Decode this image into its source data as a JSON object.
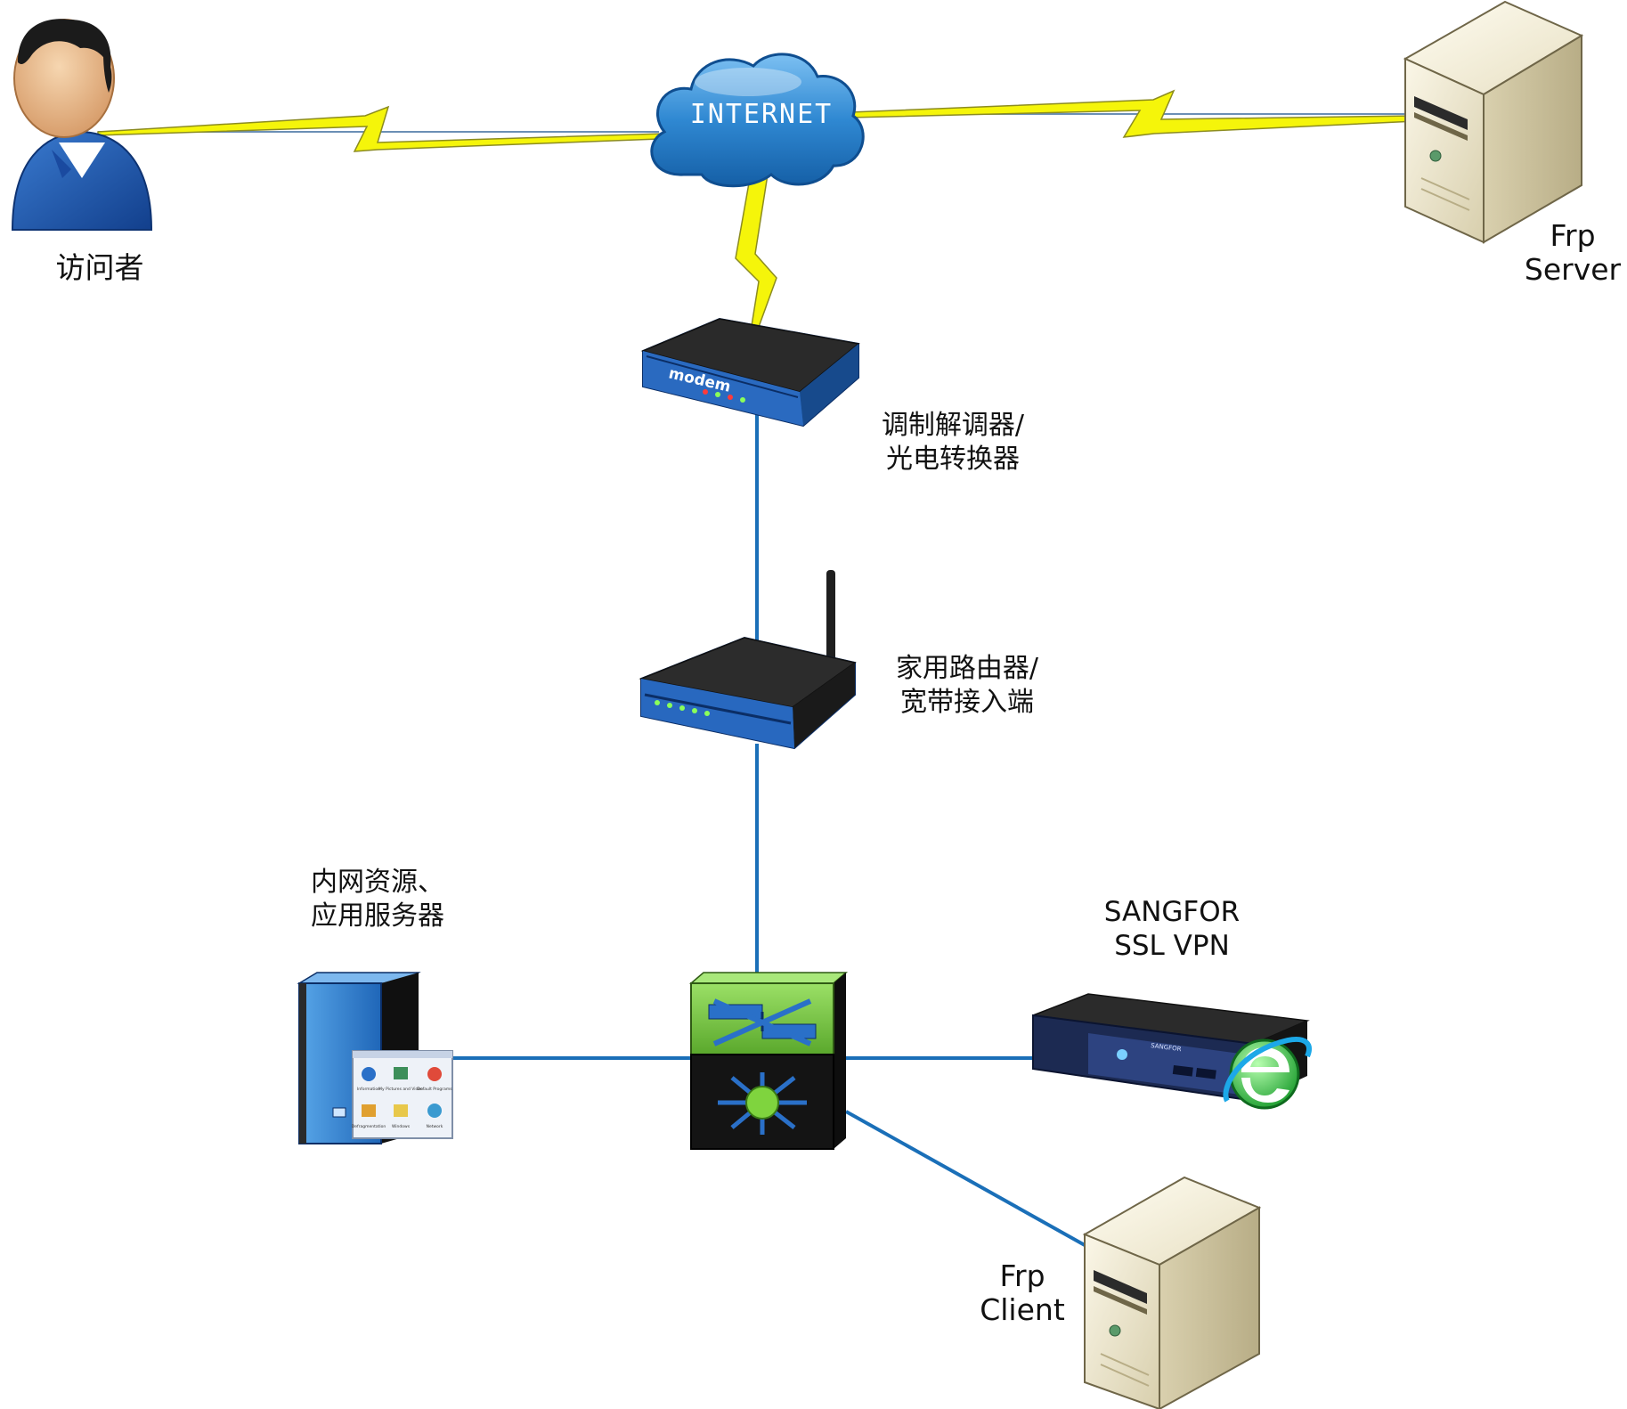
{
  "nodes": {
    "visitor": {
      "label": "访问者"
    },
    "internet": {
      "label": "INTERNET"
    },
    "frp_server": {
      "label_line1": "Frp",
      "label_line2": "Server"
    },
    "modem": {
      "device_text": "modem",
      "label_line1": "调制解调器/",
      "label_line2": "光电转换器"
    },
    "router": {
      "label_line1": "家用路由器/",
      "label_line2": "宽带接入端"
    },
    "app_server": {
      "label_line1": "内网资源、",
      "label_line2": "应用服务器",
      "window_items": [
        "Information",
        "My Pictures and Video",
        "Default Programs",
        "Defragmentation",
        "Windows",
        "Network"
      ]
    },
    "switch": {},
    "sslvpn": {
      "label_line1": "SANGFOR",
      "label_line2": "SSL VPN",
      "device_text": "SANGFOR"
    },
    "frp_client": {
      "label_line1": "Frp",
      "label_line2": "Client"
    }
  },
  "colors": {
    "link": "#1a6fb8",
    "lightning": "#f5f50a",
    "cloud": "#2f88d2",
    "server_beige": "#ece4c8",
    "switch_green": "#6cc23a",
    "device_blue": "#1f5fb0"
  }
}
